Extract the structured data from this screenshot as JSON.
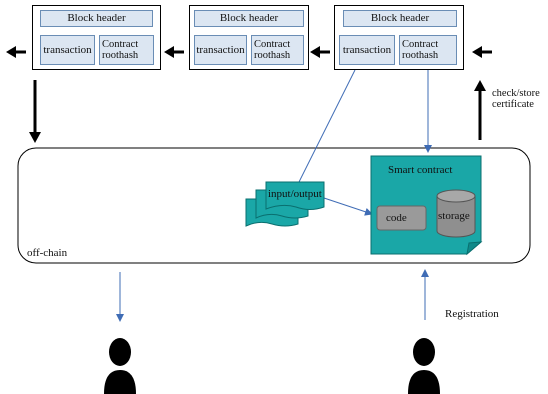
{
  "blocks": [
    {
      "header": "Block header",
      "transaction": "transaction",
      "contract": "Contract roothash"
    },
    {
      "header": "Block header",
      "transaction": "transaction",
      "contract": "Contract roothash"
    },
    {
      "header": "Block header",
      "transaction": "transaction",
      "contract": "Contract roothash"
    }
  ],
  "offchain": {
    "label": "off-chain"
  },
  "io": {
    "label": "input/output"
  },
  "smart_contract": {
    "title": "Smart contract",
    "code": "code",
    "storage": "storage"
  },
  "annotations": {
    "check_store": "check/store certificate",
    "registration": "Registration"
  },
  "icons": [
    "left-arrow-icon",
    "down-arrow-icon",
    "up-arrow-icon",
    "user-icon"
  ],
  "colors": {
    "cell_fill": "#dce6f2",
    "cell_border": "#6a8db5",
    "teal": "#1aa7a7",
    "link_blue": "#3f6cb5"
  }
}
